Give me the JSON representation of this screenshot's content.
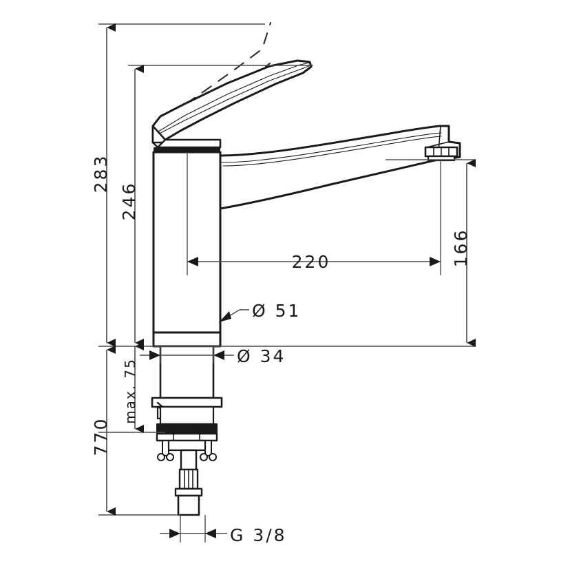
{
  "drawing": {
    "type": "technical-dimension-drawing",
    "subject": "single-lever kitchen mixer faucet, side elevation",
    "units": "mm",
    "background_color": "#ffffff",
    "line_color": "#1a1a1a",
    "dimension_line_color": "#4d4d4d"
  },
  "dimensions": {
    "overall_height": "283",
    "spout_swivel_height": "246",
    "spout_reach": "220",
    "spout_outlet_height": "166",
    "max_counter_thickness": "max. 75",
    "supply_hose_length": "770",
    "body_diameter": "Ø 51",
    "shank_diameter": "Ø 34",
    "supply_thread": "G 3/8"
  },
  "labels": [
    {
      "id": "h283",
      "text": "283",
      "orientation": "vertical"
    },
    {
      "id": "h246",
      "text": "246",
      "orientation": "vertical"
    },
    {
      "id": "h166",
      "text": "166",
      "orientation": "vertical"
    },
    {
      "id": "w220",
      "text": "220",
      "orientation": "horizontal"
    },
    {
      "id": "max75",
      "text": "max. 75",
      "orientation": "vertical"
    },
    {
      "id": "l770",
      "text": "770",
      "orientation": "vertical"
    },
    {
      "id": "d51",
      "text": "Ø 51",
      "orientation": "horizontal"
    },
    {
      "id": "d34",
      "text": "Ø 34",
      "orientation": "horizontal"
    },
    {
      "id": "g38",
      "text": "G 3/8",
      "orientation": "horizontal"
    }
  ]
}
